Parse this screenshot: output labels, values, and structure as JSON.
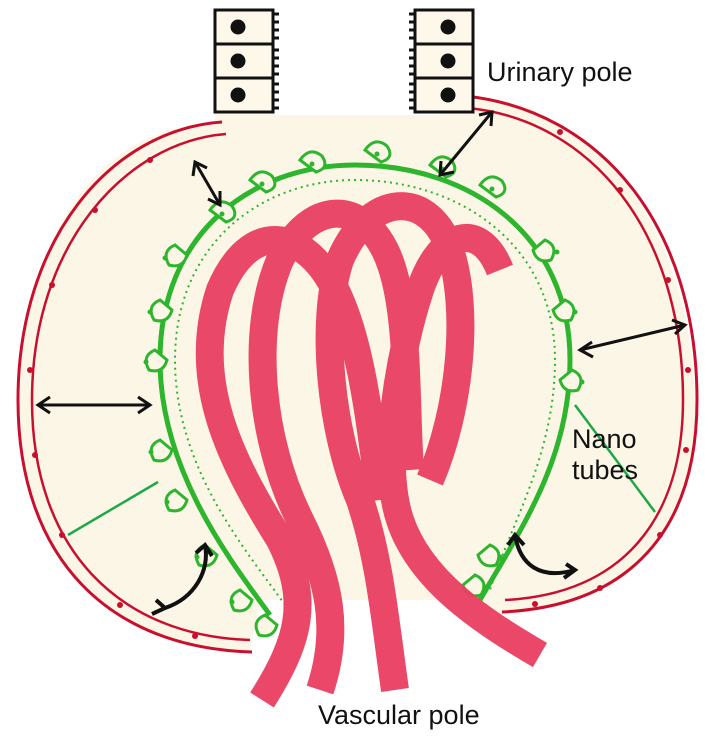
{
  "labels": {
    "urinary_pole": "Urinary pole",
    "nanotubes_line1": "Nano",
    "nanotubes_line2": "tubes",
    "vascular_pole": "Vascular pole"
  },
  "colors": {
    "capsule_fill": "#fcf6e6",
    "parietal_red": "#c8102e",
    "podocyte_green": "#2db52d",
    "capillary_pink": "#ea3f62",
    "nanotube_green": "#1fa84a",
    "tubule_black": "#111111"
  }
}
